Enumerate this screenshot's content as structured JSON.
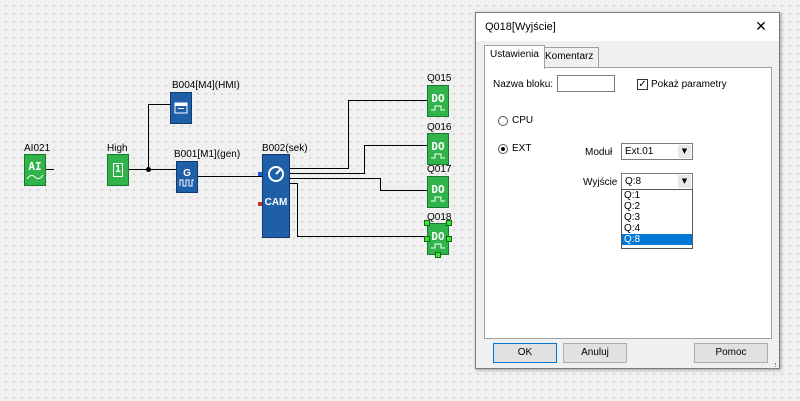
{
  "diagram": {
    "blocks": {
      "ai021": {
        "label": "AI021",
        "glyph": "AI"
      },
      "high": {
        "label": "High",
        "glyph": "1"
      },
      "b004": {
        "label": "B004[M4](HMI)"
      },
      "b001": {
        "label": "B001[M1](gen)",
        "glyph": "G"
      },
      "b002": {
        "label": "B002(sek)",
        "glyph": "CAM"
      },
      "q015": {
        "label": "Q015",
        "glyph": "DO"
      },
      "q016": {
        "label": "Q016",
        "glyph": "DO"
      },
      "q017": {
        "label": "Q017",
        "glyph": "DO"
      },
      "q018": {
        "label": "Q018",
        "glyph": "DO"
      }
    },
    "colors": {
      "digital_block": "#2fb34a",
      "function_block": "#1f5fa8",
      "selection": "#3ee03e"
    }
  },
  "dialog": {
    "title": "Q018[Wyjście]",
    "close_icon": "close-icon",
    "tabs": [
      {
        "label": "Ustawienia",
        "active": true
      },
      {
        "label": "Komentarz",
        "active": false
      }
    ],
    "block_name_label": "Nazwa bloku:",
    "block_name_value": "",
    "show_params_label": "Pokaż parametry",
    "show_params_checked": true,
    "radio_cpu_label": "CPU",
    "radio_ext_label": "EXT",
    "selected_radio": "EXT",
    "module_label": "Moduł",
    "module_value": "Ext.01",
    "output_label": "Wyjście",
    "output_value": "Q:8",
    "output_options": [
      "Q:1",
      "Q:2",
      "Q:3",
      "Q:4",
      "Q:8"
    ],
    "output_selected_index": 4,
    "ok_label": "OK",
    "cancel_label": "Anuluj",
    "help_label": "Pomoc"
  }
}
